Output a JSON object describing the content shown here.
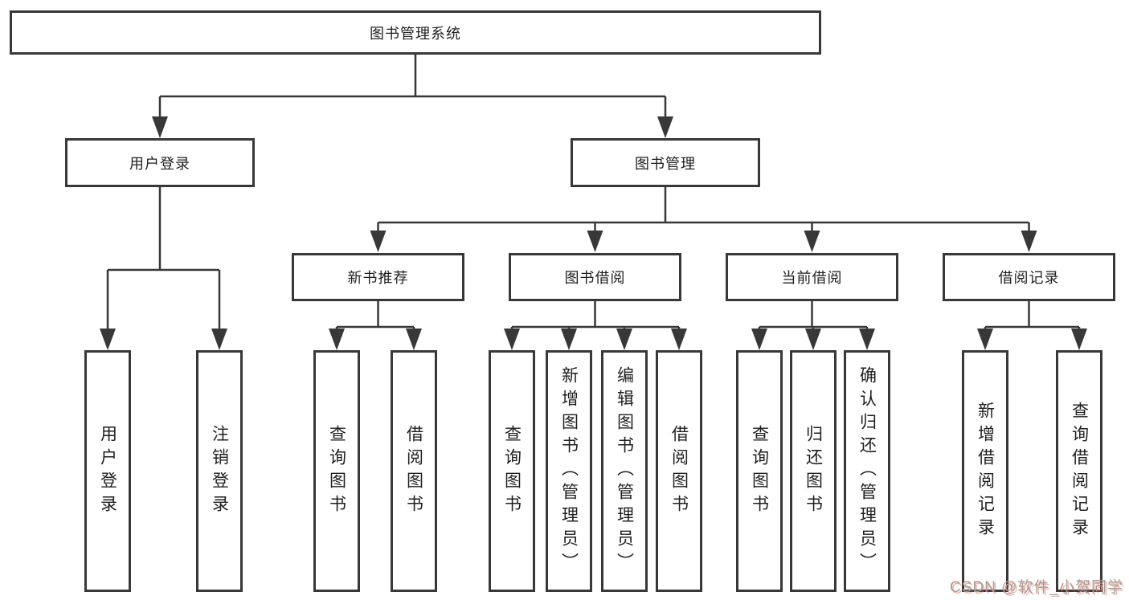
{
  "tree": {
    "root": "图书管理系统",
    "login": {
      "label": "用户登录",
      "leaves": [
        "用户登录",
        "注销登录"
      ]
    },
    "management": {
      "label": "图书管理",
      "groups": [
        {
          "label": "新书推荐",
          "leaves": [
            "查询图书",
            "借阅图书"
          ]
        },
        {
          "label": "图书借阅",
          "leaves": [
            "查询图书",
            "新增图书（管理员）",
            "编辑图书（管理员）",
            "借阅图书"
          ]
        },
        {
          "label": "当前借阅",
          "leaves": [
            "查询图书",
            "归还图书",
            "确认归还（管理员）"
          ]
        },
        {
          "label": "借阅记录",
          "leaves": [
            "新增借阅记录",
            "查询借阅记录"
          ]
        }
      ]
    }
  },
  "watermark": {
    "text": "CSDN @软件_小贺同学"
  },
  "colors": {
    "line": "#383838",
    "box_border": "#383838",
    "text": "#1f1f1f",
    "background": "#ffffff",
    "watermark_gray": "#9e9e9e",
    "watermark_red": "#fc5531"
  }
}
